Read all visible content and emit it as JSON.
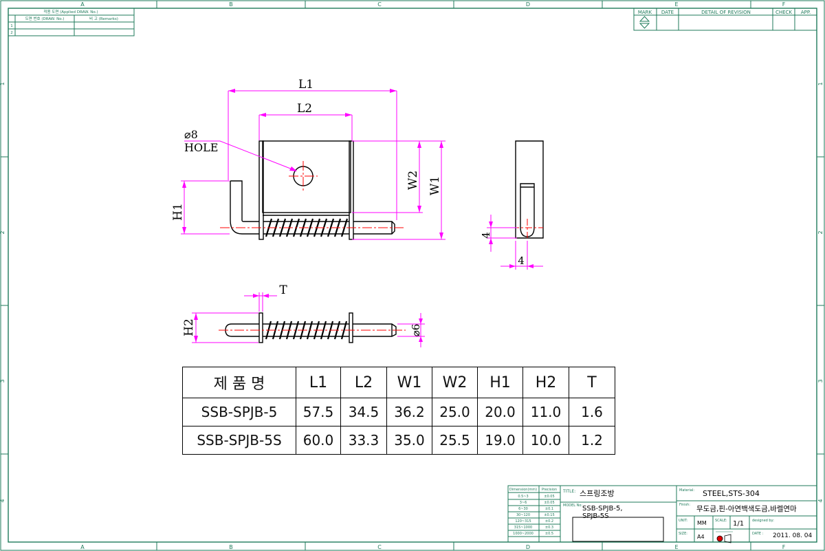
{
  "grid": {
    "cols_top": [
      "A",
      "B",
      "C",
      "D",
      "E",
      "F"
    ],
    "cols_bottom": [
      "A",
      "B",
      "C",
      "D",
      "E",
      "F"
    ],
    "rows": [
      "1",
      "2",
      "3",
      "4"
    ]
  },
  "ref_table": {
    "title": "적용 도면 (Applied DRAW. No.)",
    "col1": "도면 번호 (DRAW. No.)",
    "col2": "비 고 (Remarks)",
    "rows": [
      "1",
      "2"
    ]
  },
  "revision": {
    "headers": [
      "MARK",
      "DATE",
      "DETAIL OF REVISION",
      "CHECK",
      "APP."
    ]
  },
  "dims": {
    "L1": "L1",
    "L2": "L2",
    "W1": "W1",
    "W2": "W2",
    "H1": "H1",
    "H2": "H2",
    "T": "T",
    "hole_dia": "⌀8",
    "hole": "HOLE",
    "four_v": "4",
    "four_h": "4",
    "phi6": "⌀6"
  },
  "spec_table": {
    "headers": [
      "제 품 명",
      "L1",
      "L2",
      "W1",
      "W2",
      "H1",
      "H2",
      "T"
    ],
    "rows": [
      [
        "SSB-SPJB-5",
        "57.5",
        "34.5",
        "36.2",
        "25.0",
        "20.0",
        "11.0",
        "1.6"
      ],
      [
        "SSB-SPJB-5S",
        "60.0",
        "33.3",
        "35.0",
        "25.5",
        "19.0",
        "10.0",
        "1.2"
      ]
    ]
  },
  "tolerance": {
    "headers": [
      "Dimension(mm)",
      "Precision"
    ],
    "rows": [
      [
        "0.5~3",
        "±0.05"
      ],
      [
        "3~6",
        "±0.05"
      ],
      [
        "6~30",
        "±0.1"
      ],
      [
        "30~120",
        "±0.15"
      ],
      [
        "120~315",
        "±0.2"
      ],
      [
        "315~1000",
        "±0.3"
      ],
      [
        "1000~2000",
        "±0.5"
      ]
    ]
  },
  "title_block": {
    "title_label": "TITLE:",
    "title": "스프링조방",
    "model_label": "MODEL No:",
    "model": "SSB-SPJB-5,",
    "model2": "SPJB-5S",
    "material_label": "Material:",
    "material": "STEEL,STS-304",
    "finish_label": "Finish:",
    "finish": "무도금,핀-아연백색도금,바렐연마",
    "unit_label": "UNIT:",
    "unit": "MM",
    "scale_label": "SCALE:",
    "scale": "1/1",
    "designed_label": "designed by:",
    "size_label": "SIZE:",
    "size": "A4",
    "date_label": "DATE :",
    "date": "2011. 08. 04"
  },
  "colors": {
    "border": "#1e7a5a",
    "dimension": "#ff00ff",
    "centerline": "#ff0000",
    "part": "#000000"
  }
}
